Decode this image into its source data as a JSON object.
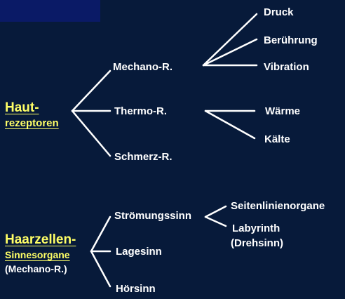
{
  "colors": {
    "background": "#071a3a",
    "corner_block": "#0a1a66",
    "text": "#ffffff",
    "highlight": "#ffff66",
    "lines": "#ffffff"
  },
  "haut": {
    "title_line1": "Haut-",
    "title_line2": "rezeptoren",
    "receptors": {
      "mechano": "Mechano-R.",
      "thermo": "Thermo-R.",
      "schmerz": "Schmerz-R."
    },
    "mechano_outputs": [
      "Druck",
      "Berührung",
      "Vibration"
    ],
    "thermo_outputs": [
      "Wärme",
      "Kälte"
    ]
  },
  "haarzellen": {
    "title_line1": "Haarzellen-",
    "title_line2": "Sinnesorgane",
    "title_line3": "(Mechano-R.)",
    "senses": {
      "stroemung": "Strömungssinn",
      "lage": "Lagesinn",
      "hoer": "Hörsinn"
    },
    "stroemung_outputs": {
      "seitenlinie": "Seitenlinienorgane",
      "labyrinth_line1": "Labyrinth",
      "labyrinth_line2": "(Drehsinn)"
    }
  }
}
